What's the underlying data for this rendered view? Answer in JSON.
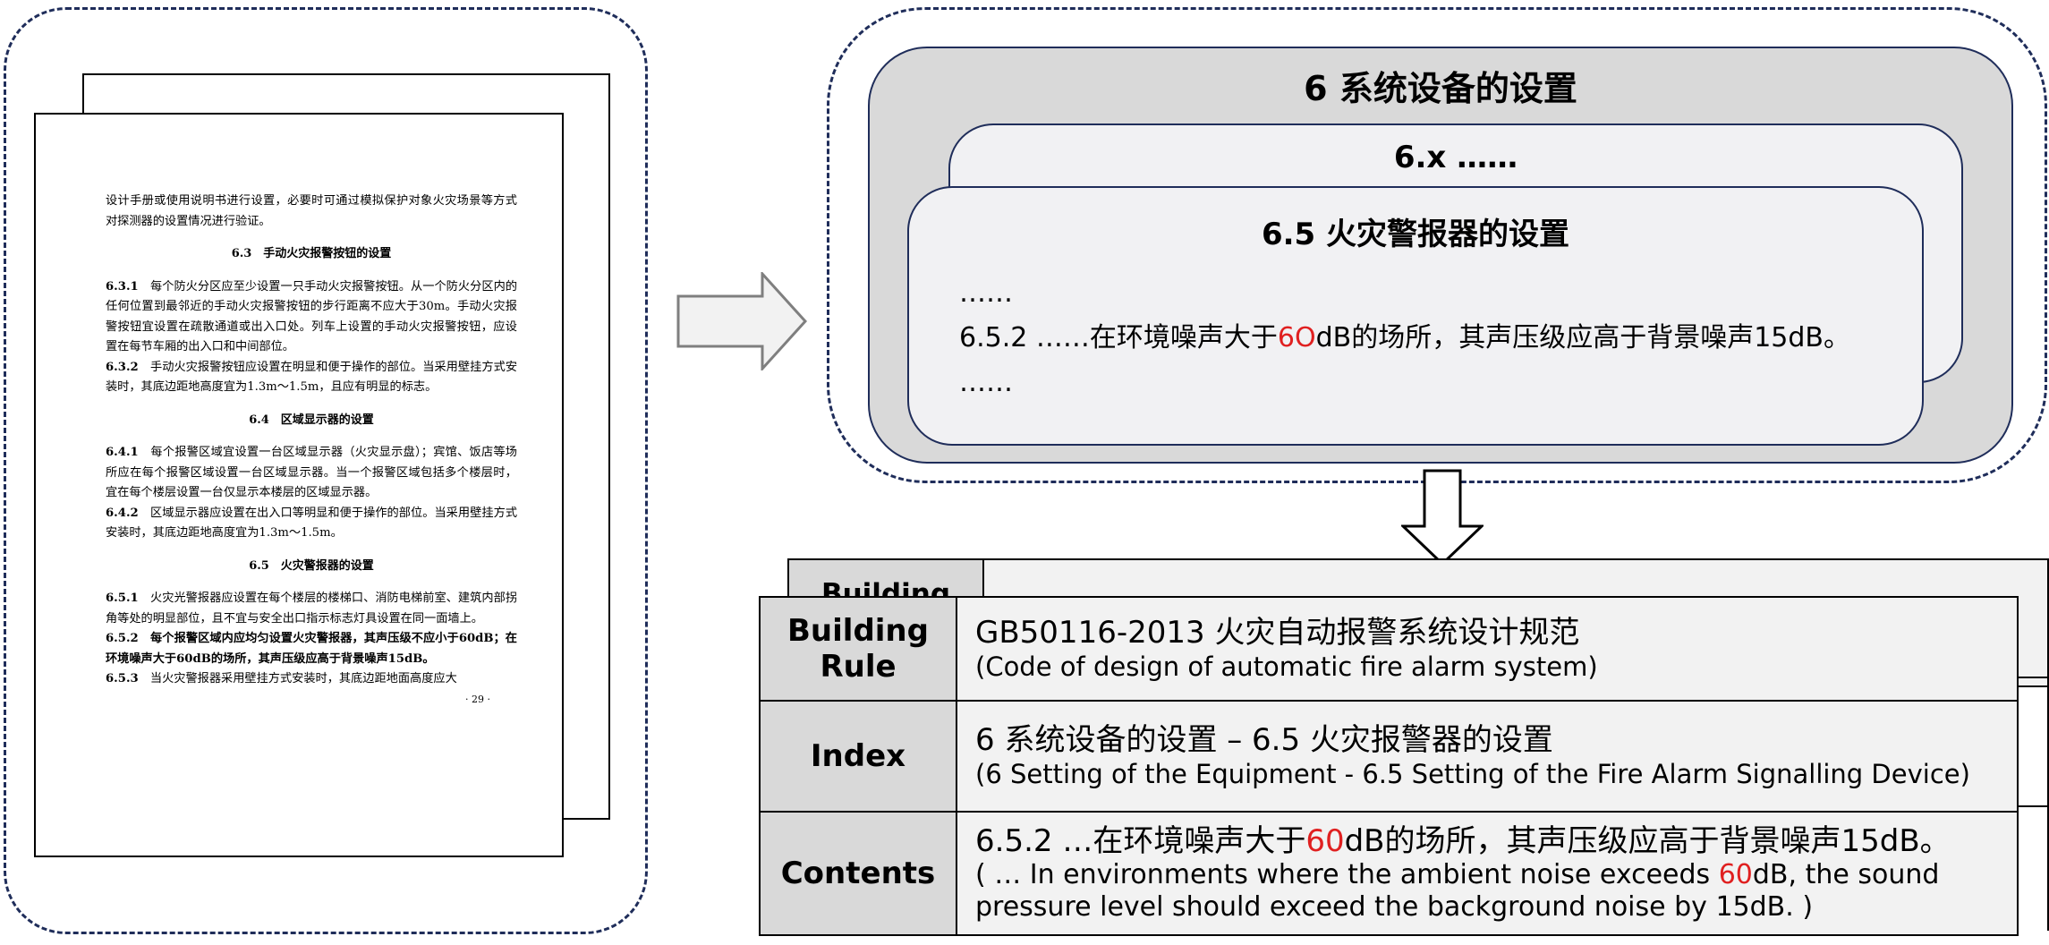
{
  "document": {
    "lines": [
      "设计手册或使用说明书进行设置，必要时可通过模拟保护对象火灾场景等方式对探测器的设置情况进行验证。"
    ],
    "sec_6_3_heading": "6.3　手动火灾报警按钮的设置",
    "p_6_3_1_num": "6.3.1",
    "p_6_3_1_text": "每个防火分区应至少设置一只手动火灾报警按钮。从一个防火分区内的任何位置到最邻近的手动火灾报警按钮的步行距离不应大于30m。手动火灾报警按钮宜设置在疏散通道或出入口处。列车上设置的手动火灾报警按钮，应设置在每节车厢的出入口和中间部位。",
    "p_6_3_2_num": "6.3.2",
    "p_6_3_2_text": "手动火灾报警按钮应设置在明显和便于操作的部位。当采用壁挂方式安装时，其底边距地高度宜为1.3m～1.5m，且应有明显的标志。",
    "sec_6_4_heading": "6.4　区域显示器的设置",
    "p_6_4_1_num": "6.4.1",
    "p_6_4_1_text": "每个报警区域宜设置一台区域显示器（火灾显示盘）；宾馆、饭店等场所应在每个报警区域设置一台区域显示器。当一个报警区域包括多个楼层时，宜在每个楼层设置一台仅显示本楼层的区域显示器。",
    "p_6_4_2_num": "6.4.2",
    "p_6_4_2_text": "区域显示器应设置在出入口等明显和便于操作的部位。当采用壁挂方式安装时，其底边距地高度宜为1.3m～1.5m。",
    "sec_6_5_heading": "6.5　火灾警报器的设置",
    "p_6_5_1_num": "6.5.1",
    "p_6_5_1_text": "火灾光警报器应设置在每个楼层的楼梯口、消防电梯前室、建筑内部拐角等处的明显部位，且不宜与安全出口指示标志灯具设置在同一面墙上。",
    "p_6_5_2": "6.5.2　每个报警区域内应均匀设置火灾警报器，其声压级不应小于60dB；在环境噪声大于60dB的场所，其声压级应高于背景噪声15dB。",
    "p_6_5_3_num": "6.5.3",
    "p_6_5_3_text": "当火灾警报器采用壁挂方式安装时，其底边距地面高度应大",
    "page_number": "· 29 ·"
  },
  "chapter": {
    "title": "6 系统设备的设置",
    "sub_back_title": "6.x ……",
    "sub_front_title": "6.5 火灾警报器的设置",
    "ellipsis_top": "……",
    "clause_pre": "6.5.2 ……在环境噪声大于",
    "clause_red": "6O",
    "clause_post": "dB的场所，其声压级应高于背景噪声15dB。",
    "ellipsis_bottom": "……"
  },
  "table": {
    "back_label": "Building",
    "rows": {
      "rule_header": "Building Rule",
      "rule_cn": "GB50116-2013 火灾自动报警系统设计规范",
      "rule_en": "(Code of design of automatic fire alarm system)",
      "index_header": "Index",
      "index_cn": "6 系统设备的设置 – 6.5 火灾报警器的设置",
      "index_en": "(6 Setting of the Equipment - 6.5 Setting of the Fire Alarm Signalling Device)",
      "contents_header": "Contents",
      "contents_cn_pre": "6.5.2 …在环境噪声大于",
      "contents_cn_red": "60",
      "contents_cn_post": "dB的场所，其声压级应高于背景噪声15dB。",
      "contents_en_pre": "( … In environments where the ambient noise exceeds ",
      "contents_en_red": "60",
      "contents_en_post": "dB, the sound pressure level should exceed the background noise by 15dB. )"
    }
  },
  "colors": {
    "dash_border": "#1f2d5a",
    "chapter_fill": "#d9d9d9",
    "card_fill": "#f1f1f3",
    "highlight": "#e02020",
    "header_fill": "#d9d9d9",
    "cell_fill": "#f2f2f2"
  }
}
